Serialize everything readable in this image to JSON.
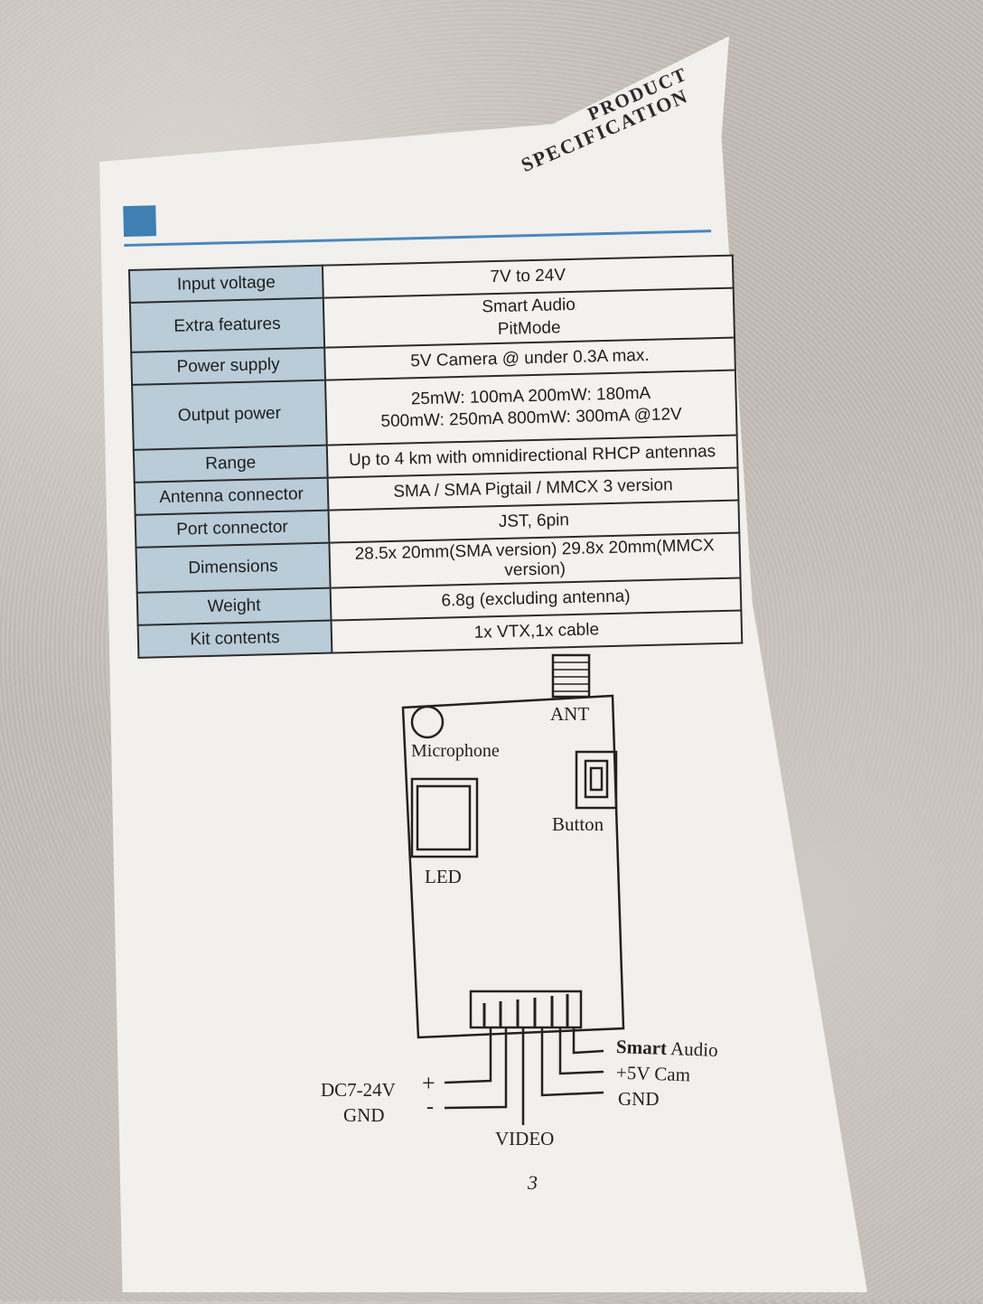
{
  "header": {
    "title_line1": "PRODUCT",
    "title_line2": "SPECIFICATION",
    "accent_color": "#3f7fb3"
  },
  "specs": [
    {
      "label": "Input voltage",
      "value": [
        "7V to 24V"
      ]
    },
    {
      "label": "Extra features",
      "value": [
        "Smart Audio",
        "PitMode"
      ]
    },
    {
      "label": "Power supply",
      "value": [
        "5V Camera @ under  0.3A max."
      ]
    },
    {
      "label": "Output power",
      "value": [
        "25mW: 100mA    200mW: 180mA",
        "500mW: 250mA   800mW: 300mA  @12V"
      ]
    },
    {
      "label": "Range",
      "value": [
        "Up to 4 km with omnidirectional RHCP antennas"
      ]
    },
    {
      "label": "Antenna connector",
      "value": [
        "SMA / SMA Pigtail / MMCX   3 version"
      ]
    },
    {
      "label": "Port connector",
      "value": [
        "JST, 6pin"
      ]
    },
    {
      "label": "Dimensions",
      "value": [
        "28.5x 20mm(SMA version) 29.8x 20mm(MMCX version)"
      ]
    },
    {
      "label": "Weight",
      "value": [
        "6.8g (excluding antenna)"
      ]
    },
    {
      "label": "Kit contents",
      "value": [
        "1x VTX,1x cable"
      ]
    }
  ],
  "diagram": {
    "ant": "ANT",
    "microphone": "Microphone",
    "button": "Button",
    "led": "LED",
    "smart_audio_bold": "Smart",
    "smart_audio_rest": "Audio",
    "cam": "+5V  Cam",
    "gnd_right": "GND",
    "dc": "DC7-24V",
    "dc_plus": "+",
    "gnd_left": "GND",
    "gnd_minus": "-",
    "video": "VIDEO"
  },
  "page_number": "3"
}
